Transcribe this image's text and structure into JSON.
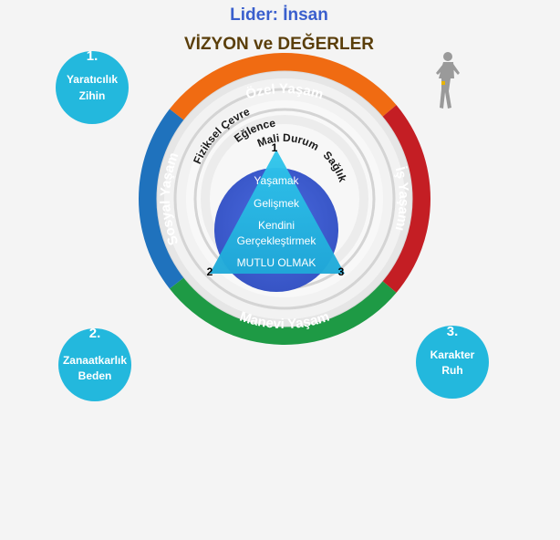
{
  "header": {
    "title": "Lider: İnsan",
    "subtitle": "VİZYON ve DEĞERLER"
  },
  "outer_ring": {
    "top": "Özel Yaşam",
    "right": "İş Yaşamı",
    "bottom": "Manevi Yaşam",
    "left": "Sosyal Yaşam"
  },
  "inner_rings": {
    "fiziksel": "Fiziksel Çevre",
    "eglence": "Eğlence",
    "mali": "Mali Durum",
    "saglik": "Sağlık"
  },
  "triangle": {
    "line1": "Yaşamak",
    "line2": "Gelişmek",
    "line3a": "Kendini",
    "line3b": "Gerçekleştirmek",
    "line4": "MUTLU OLMAK",
    "vertex_top": "1",
    "vertex_left": "2",
    "vertex_right": "3"
  },
  "bubbles": [
    {
      "num": "1.",
      "line1": "Yaratıcılık",
      "line2": "Zihin"
    },
    {
      "num": "2.",
      "line1": "Zanaatkarlık",
      "line2": "Beden"
    },
    {
      "num": "3.",
      "line1": "Karakter",
      "line2": "Ruh"
    }
  ],
  "colors": {
    "title_blue": "#3a5fcd",
    "subtitle_brown": "#5a3e0a",
    "orange": "#f06b12",
    "red": "#c41e24",
    "green": "#1e9a45",
    "blue": "#1f72bd",
    "cyan": "#23b8dd",
    "inner_blue": "#3b5bcc"
  },
  "icons": {
    "figure": "person-pose-icon"
  }
}
